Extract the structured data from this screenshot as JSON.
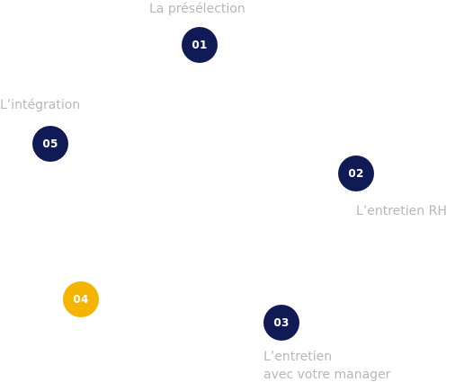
{
  "colors": {
    "node_default": "#101a54",
    "node_active": "#f5b400",
    "label_text": "#b7b7b7"
  },
  "steps": [
    {
      "number": "01",
      "label_lines": [
        "La présélection"
      ],
      "active": false
    },
    {
      "number": "02",
      "label_lines": [
        "L’entretien RH"
      ],
      "active": false
    },
    {
      "number": "03",
      "label_lines": [
        "L’entretien",
        "avec votre manager"
      ],
      "active": false
    },
    {
      "number": "04",
      "label_lines": [],
      "active": true
    },
    {
      "number": "05",
      "label_lines": [
        "L’intégration"
      ],
      "active": false
    }
  ]
}
